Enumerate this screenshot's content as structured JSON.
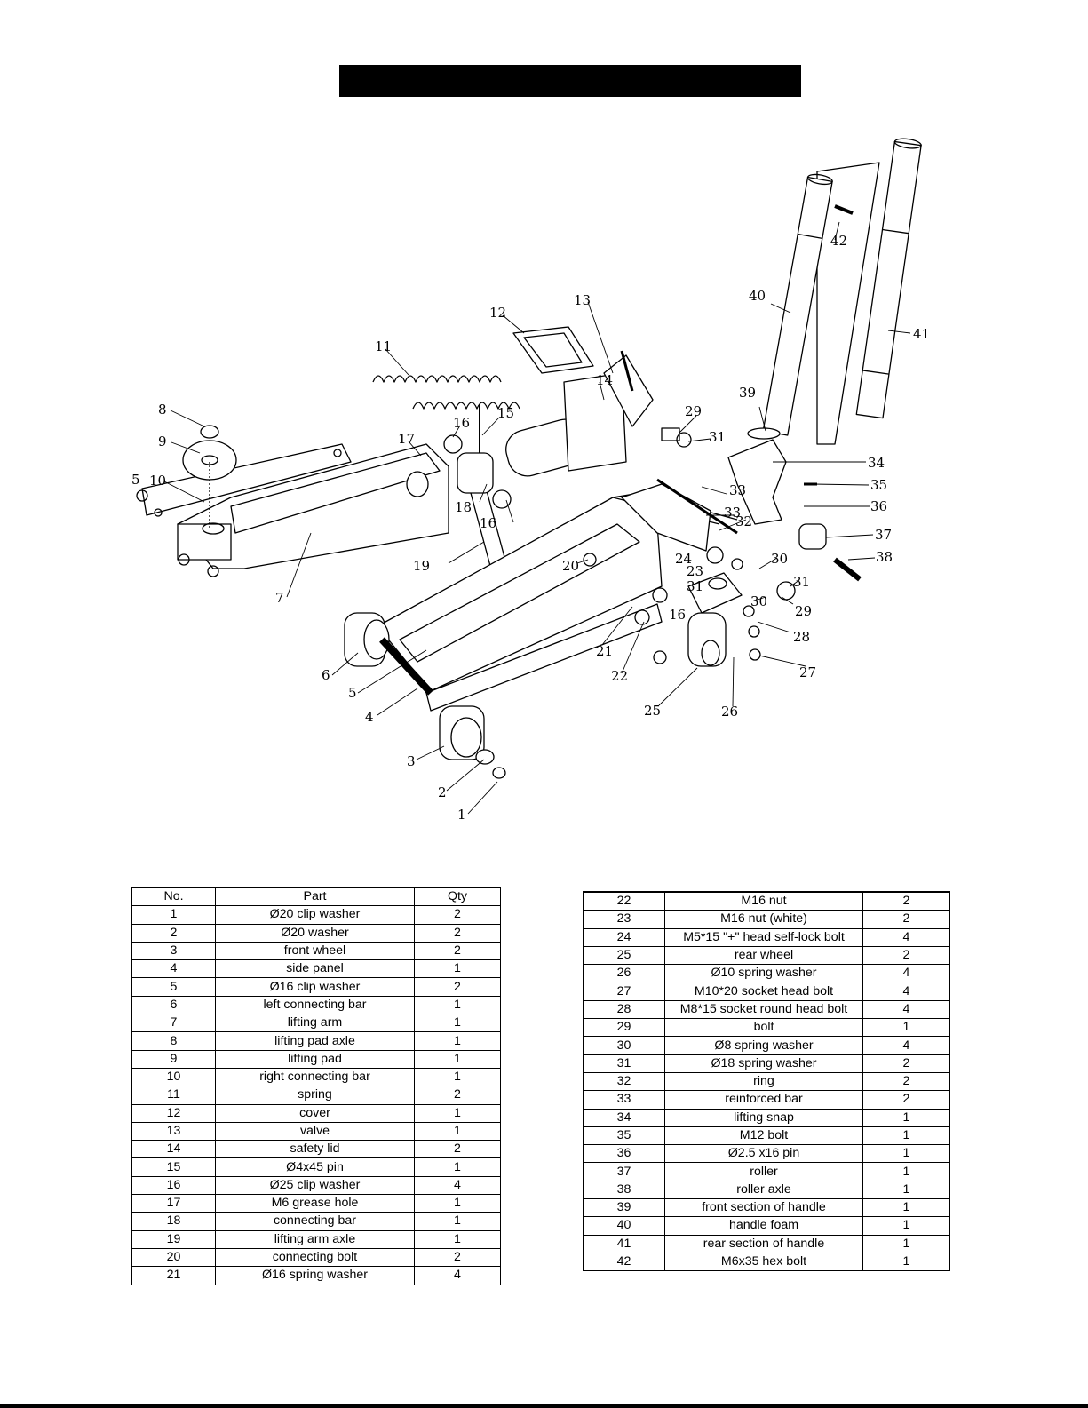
{
  "header": {
    "title_bar_color": "#000000"
  },
  "diagram": {
    "callouts": [
      "1",
      "2",
      "3",
      "4",
      "5",
      "5",
      "6",
      "7",
      "8",
      "9",
      "10",
      "11",
      "12",
      "13",
      "14",
      "15",
      "16",
      "16",
      "16",
      "17",
      "18",
      "19",
      "20",
      "21",
      "22",
      "23",
      "24",
      "25",
      "26",
      "27",
      "28",
      "29",
      "29",
      "30",
      "30",
      "31",
      "31",
      "31",
      "32",
      "33",
      "33",
      "34",
      "35",
      "36",
      "37",
      "38",
      "39",
      "40",
      "41",
      "42"
    ]
  },
  "parts_table_left": {
    "headers": [
      "No.",
      "Part",
      "Qty"
    ],
    "rows": [
      [
        "1",
        "Ø20 clip washer",
        "2"
      ],
      [
        "2",
        "Ø20 washer",
        "2"
      ],
      [
        "3",
        "front wheel",
        "2"
      ],
      [
        "4",
        "side panel",
        "1"
      ],
      [
        "5",
        "Ø16 clip washer",
        "2"
      ],
      [
        "6",
        "left connecting bar",
        "1"
      ],
      [
        "7",
        "lifting arm",
        "1"
      ],
      [
        "8",
        "lifting pad axle",
        "1"
      ],
      [
        "9",
        "lifting pad",
        "1"
      ],
      [
        "10",
        "right connecting bar",
        "1"
      ],
      [
        "11",
        "spring",
        "2"
      ],
      [
        "12",
        "cover",
        "1"
      ],
      [
        "13",
        "valve",
        "1"
      ],
      [
        "14",
        "safety lid",
        "2"
      ],
      [
        "15",
        "Ø4x45 pin",
        "1"
      ],
      [
        "16",
        "Ø25 clip washer",
        "4"
      ],
      [
        "17",
        "M6 grease hole",
        "1"
      ],
      [
        "18",
        "connecting bar",
        "1"
      ],
      [
        "19",
        "lifting arm axle",
        "1"
      ],
      [
        "20",
        "connecting  bolt",
        "2"
      ],
      [
        "21",
        "Ø16 spring washer",
        "4"
      ]
    ]
  },
  "parts_table_right": {
    "rows": [
      [
        "22",
        "M16 nut",
        "2"
      ],
      [
        "23",
        "M16 nut (white)",
        "2"
      ],
      [
        "24",
        "M5*15 \"+\" head self-lock bolt",
        "4"
      ],
      [
        "25",
        "rear wheel",
        "2"
      ],
      [
        "26",
        "Ø10 spring washer",
        "4"
      ],
      [
        "27",
        "M10*20 socket head bolt",
        "4"
      ],
      [
        "28",
        "M8*15 socket round head bolt",
        "4"
      ],
      [
        "29",
        "bolt",
        "1"
      ],
      [
        "30",
        "Ø8 spring washer",
        "4"
      ],
      [
        "31",
        "Ø18 spring washer",
        "2"
      ],
      [
        "32",
        "ring",
        "2"
      ],
      [
        "33",
        "reinforced bar",
        "2"
      ],
      [
        "34",
        "lifting snap",
        "1"
      ],
      [
        "35",
        "M12 bolt",
        "1"
      ],
      [
        "36",
        "Ø2.5 x16 pin",
        "1"
      ],
      [
        "37",
        "roller",
        "1"
      ],
      [
        "38",
        "roller axle",
        "1"
      ],
      [
        "39",
        "front section of handle",
        "1"
      ],
      [
        "40",
        "handle foam",
        "1"
      ],
      [
        "41",
        "rear section of handle",
        "1"
      ],
      [
        "42",
        "M6x35 hex bolt",
        "1"
      ]
    ]
  }
}
